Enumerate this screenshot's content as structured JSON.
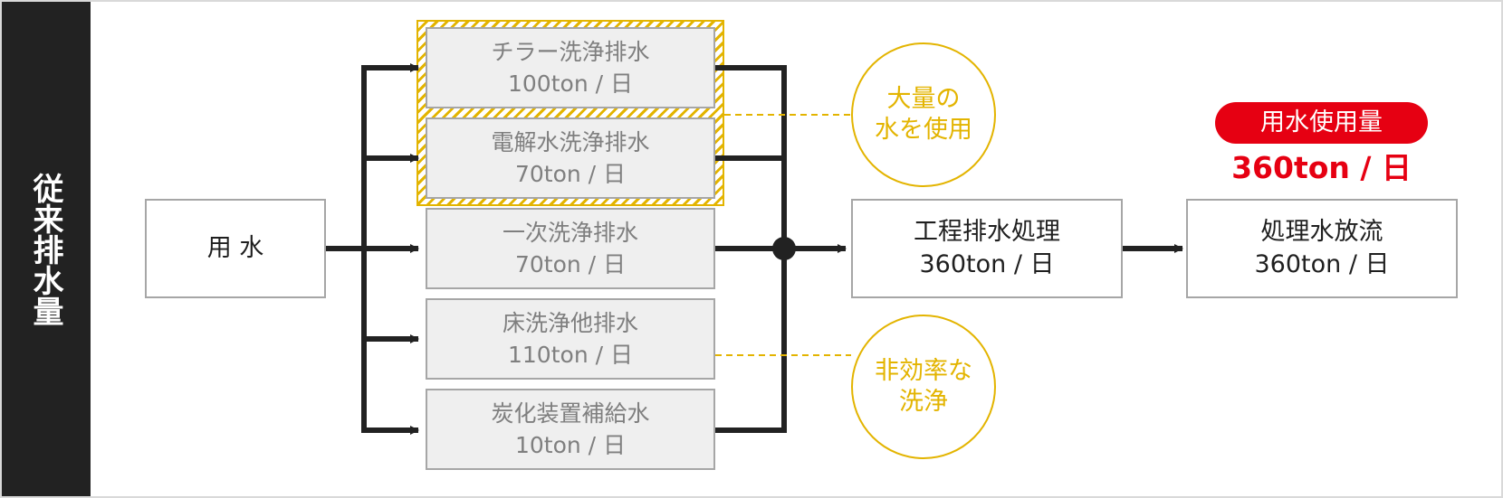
{
  "side_label": "従来排水量",
  "source": {
    "label": "用 水"
  },
  "streams": [
    {
      "name": "チラー洗浄排水",
      "amount": "100ton / 日",
      "highlighted": true
    },
    {
      "name": "電解水洗浄排水",
      "amount": "70ton / 日",
      "highlighted": true
    },
    {
      "name": "一次洗浄排水",
      "amount": "70ton / 日",
      "highlighted": false
    },
    {
      "name": "床洗浄他排水",
      "amount": "110ton / 日",
      "highlighted": false
    },
    {
      "name": "炭化装置補給水",
      "amount": "10ton / 日",
      "highlighted": false
    }
  ],
  "treatment": {
    "name": "工程排水処理",
    "amount": "360ton / 日"
  },
  "discharge": {
    "name": "処理水放流",
    "amount": "360ton / 日"
  },
  "callouts": {
    "large_water": {
      "line1": "大量の",
      "line2": "水を使用"
    },
    "inefficient": {
      "line1": "非効率な",
      "line2": "洗浄"
    }
  },
  "usage": {
    "label": "用水使用量",
    "total": "360ton / 日"
  },
  "colors": {
    "side_band": "#222222",
    "wire": "#222222",
    "highlight": "#e3b400",
    "accent_red": "#e60012",
    "stream_box_fill": "#efefef",
    "stream_text": "#7f7f7f"
  }
}
